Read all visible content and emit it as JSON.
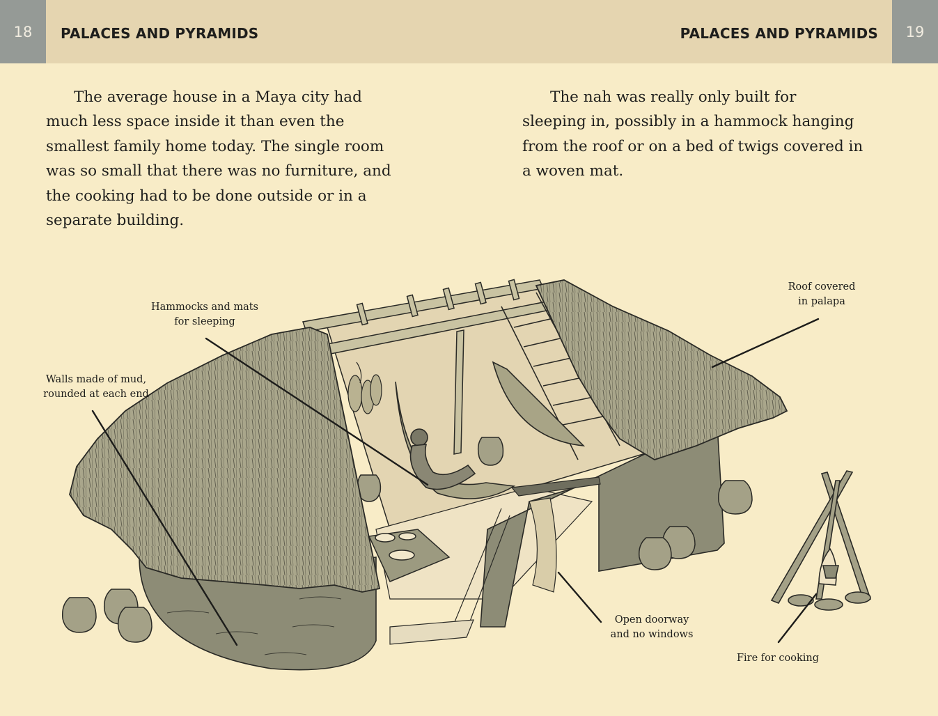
{
  "header": {
    "left_page_number": "18",
    "right_page_number": "19",
    "left_running_head": "PALACES AND PYRAMIDS",
    "right_running_head": "PALACES AND PYRAMIDS"
  },
  "left_paragraph": [
    "The average house in a Maya city had",
    "much less space inside it than even the",
    "smallest family home today.  The single room",
    "was so small that there was no furniture, and",
    "the cooking had to be done outside or in a",
    "separate building."
  ],
  "right_paragraph": [
    "The nah was really only built for",
    "sleeping in, possibly in a hammock hanging",
    "from the roof or on a bed of twigs covered in",
    "a woven mat."
  ],
  "labels": {
    "hammocks": [
      "Hammocks and mats",
      "for sleeping"
    ],
    "walls": [
      "Walls made of mud,",
      "rounded at each end"
    ],
    "roof": [
      "Roof covered",
      "in palapa"
    ],
    "doorway": [
      "Open doorway",
      "and no windows"
    ],
    "fire": [
      "Fire for cooking"
    ]
  },
  "colors": {
    "page": "#f8ecc7",
    "header_band": "#e5d5b0",
    "page_number_tab": "#959a96",
    "thatch": "#a9a68b",
    "wall": "#8d8c76",
    "interior": "#e9dcb9",
    "ink": "#1d1d1b"
  }
}
